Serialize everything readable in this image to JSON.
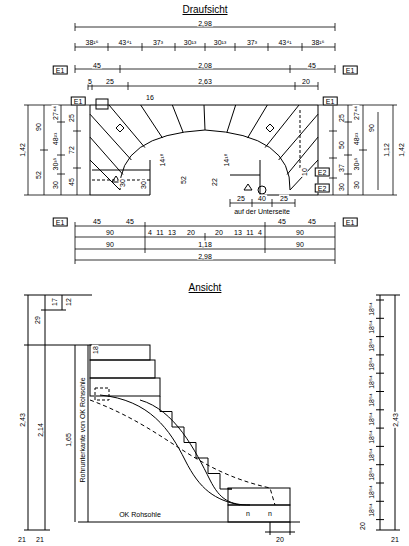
{
  "diagram": {
    "labels": [
      "Draufsicht",
      "2,98",
      "38¹⁶",
      "43⁴¹",
      "37³",
      "30¹³",
      "30¹³",
      "37³",
      "43⁴¹",
      "38¹⁶",
      "E1",
      "45",
      "2,08",
      "45",
      "E1",
      "5",
      "25",
      "2,63",
      "20",
      "E1",
      "16",
      "E1",
      "1,42",
      "90",
      "52",
      "27⁴⁴",
      "48²¹",
      "30³⁵",
      "30",
      "25",
      "72",
      "45",
      "25",
      "50",
      "37",
      "30",
      "27⁴⁴",
      "48²¹",
      "30³⁵",
      "30",
      "90",
      "1,12",
      "1,42",
      "14¹⁸",
      "52",
      "14¹⁸",
      "22",
      "30",
      "30",
      "10",
      "E2",
      "E2",
      "25",
      "40",
      "25",
      "auf der Unterseite",
      "E1",
      "45",
      "45",
      "45",
      "45",
      "E1",
      "4",
      "11",
      "13",
      "20",
      "20",
      "13",
      "11",
      "4",
      "90",
      "90",
      "90",
      "1,18",
      "90",
      "2,98",
      "Ansicht",
      "29",
      "17",
      "12",
      "2,43",
      "2,14",
      "1,65",
      "Rohrunterkante von OK Rohsohle",
      "18",
      "OK Rohsohle",
      "21",
      "21",
      "20",
      "2,43",
      "18⁵⁴",
      "18⁵⁴",
      "18⁵⁴",
      "18⁵⁴",
      "18⁵⁴",
      "18⁵⁴",
      "18⁵⁴",
      "18⁵⁴",
      "18⁵⁴",
      "18⁵⁴",
      "18⁵⁴",
      "18⁵⁴",
      "20",
      "21",
      "n",
      "n"
    ]
  }
}
